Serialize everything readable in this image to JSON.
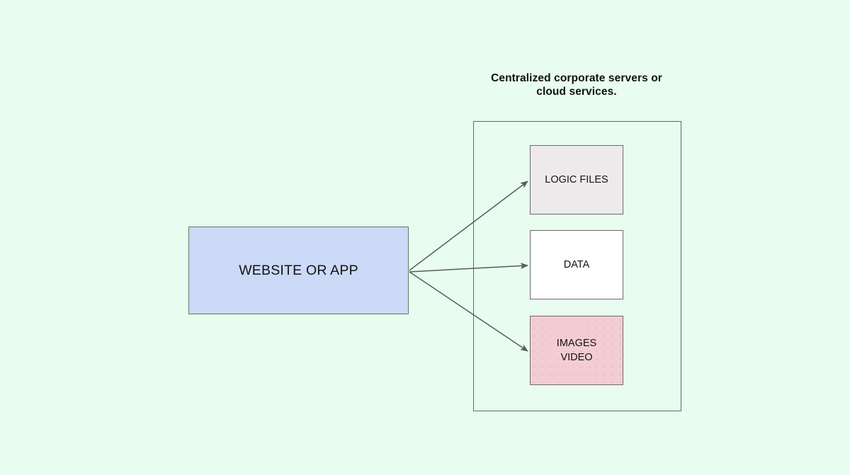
{
  "diagram": {
    "background_color": "#e8fdf0",
    "container": {
      "title": "Centralized corporate servers or\ncloud services.",
      "border_color": "#5e6b61"
    },
    "nodes": {
      "client": {
        "label": "WEBSITE OR APP",
        "fill_color": "#ccd9f7"
      },
      "logic": {
        "label": "LOGIC FILES",
        "fill_color": "#eeeaec"
      },
      "data": {
        "label": "DATA",
        "fill_color": "#ffffff"
      },
      "media": {
        "label": "IMAGES\nVIDEO",
        "fill_color": "#f4cdd2"
      }
    },
    "edges": {
      "color": "#5a5a5a",
      "items": [
        {
          "from": "client",
          "to": "logic"
        },
        {
          "from": "client",
          "to": "data"
        },
        {
          "from": "client",
          "to": "media"
        }
      ]
    }
  }
}
